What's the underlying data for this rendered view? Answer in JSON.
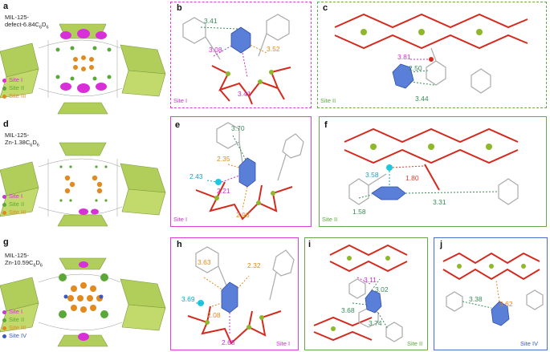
{
  "colors": {
    "site1": "#d82fd8",
    "site2": "#5aa83a",
    "site3": "#e38a1e",
    "site4": "#3b58c4",
    "site1_border": "#e040d6",
    "site2_border": "#6aa84f",
    "site4_border": "#4a6fd0",
    "dist_magenta": "#cc2fcc",
    "dist_orange": "#e08a1a",
    "dist_green": "#3a8a5a",
    "dist_cyan": "#1aa0c8",
    "dist_red": "#d84030",
    "framework_green": "#a9c94a",
    "bond_red": "#d42a1e",
    "benzene_blue": "#5a7fd8"
  },
  "panels": {
    "a": {
      "letter": "a",
      "title_line1": "MIL-125-",
      "title_line2": "defect-6.84C",
      "sub1": "6",
      "mid": "D",
      "sub2": "6",
      "legend": [
        "Site I",
        "Site II",
        "Site III"
      ]
    },
    "b": {
      "letter": "b",
      "site": "Site I",
      "distances": [
        "3.41",
        "3.08",
        "3.52",
        "3.41"
      ]
    },
    "c": {
      "letter": "c",
      "site": "Site II",
      "distances": [
        "3.81",
        "2.50",
        "3.44"
      ]
    },
    "d": {
      "letter": "d",
      "title_line1": "MIL-125-",
      "title_line2": "Zn-1.38C",
      "sub1": "6",
      "mid": "D",
      "sub2": "6",
      "legend": [
        "Site I",
        "Site II",
        "Site III"
      ]
    },
    "e": {
      "letter": "e",
      "site": "Site I",
      "distances": [
        "3.70",
        "2.35",
        "2.43",
        "2.21",
        "2.96"
      ]
    },
    "f": {
      "letter": "f",
      "site": "Site II",
      "distances": [
        "3.58",
        "1.80",
        "1.58",
        "3.31"
      ]
    },
    "g": {
      "letter": "g",
      "title_line1": "MIL-125-",
      "title_line2": "Zn-10.59C",
      "sub1": "6",
      "mid": "D",
      "sub2": "6",
      "legend": [
        "Site I",
        "Site II",
        "Site III",
        "Site IV"
      ]
    },
    "h": {
      "letter": "h",
      "site": "Site I",
      "distances": [
        "3.63",
        "2.32",
        "3.69",
        "2.08",
        "2.65"
      ]
    },
    "i": {
      "letter": "i",
      "site": "Site II",
      "distances": [
        "3.11",
        "3.02",
        "3.68",
        "3.74"
      ]
    },
    "j": {
      "letter": "j",
      "site": "Site IV",
      "distances": [
        "3.38",
        "3.62"
      ]
    }
  }
}
